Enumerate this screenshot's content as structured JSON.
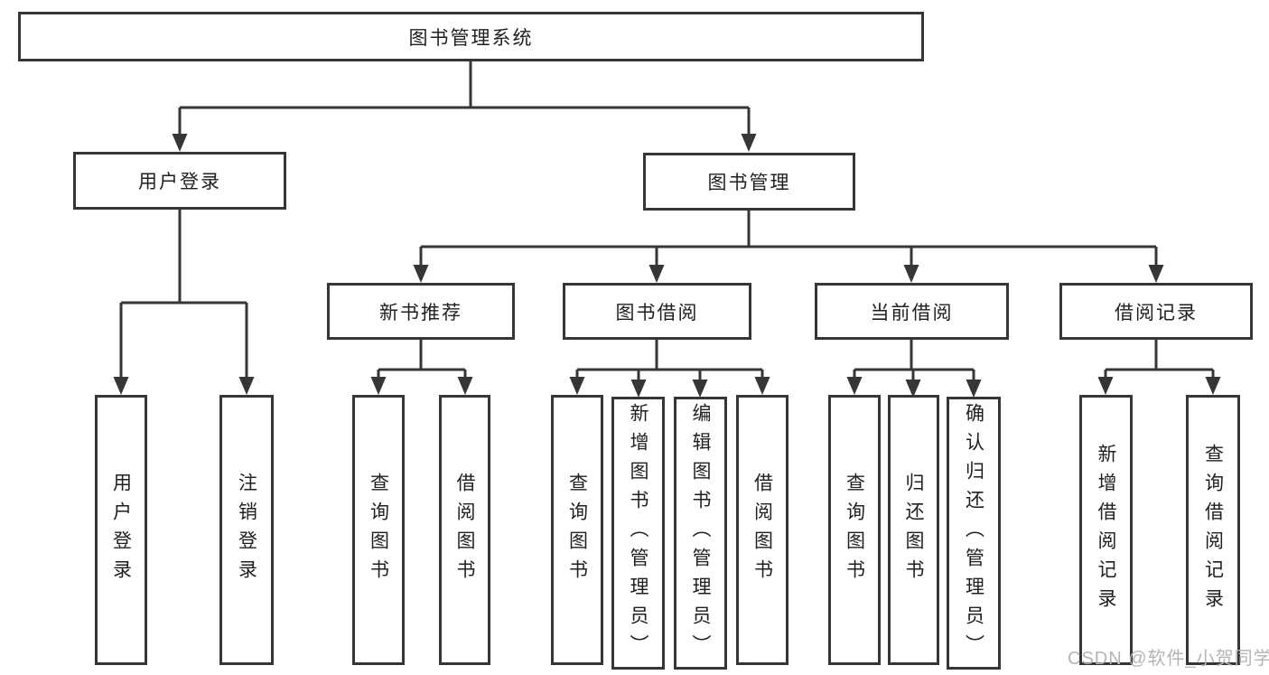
{
  "diagram": {
    "title": "图书管理系统",
    "root": {
      "label": "图书管理系统"
    },
    "level2": [
      {
        "label": "用户登录"
      },
      {
        "label": "图书管理"
      }
    ],
    "level3": [
      {
        "label": "新书推荐"
      },
      {
        "label": "图书借阅"
      },
      {
        "label": "当前借阅"
      },
      {
        "label": "借阅记录"
      }
    ],
    "leaves": {
      "user": [
        "用户登录",
        "注销登录"
      ],
      "recommend": [
        "查询图书",
        "借阅图书"
      ],
      "borrow": [
        "查询图书",
        "新增图书（管理员）",
        "编辑图书（管理员）",
        "借阅图书"
      ],
      "current": [
        "查询图书",
        "归还图书",
        "确认归还（管理员）"
      ],
      "records": [
        "新增借阅记录",
        "查询借阅记录"
      ]
    }
  },
  "watermark": {
    "text": "CSDN @软件_小贺同学",
    "color": "#b5b5b5"
  },
  "colors": {
    "line": "#363636",
    "text": "#1f1f1f",
    "background": "#ffffff"
  }
}
